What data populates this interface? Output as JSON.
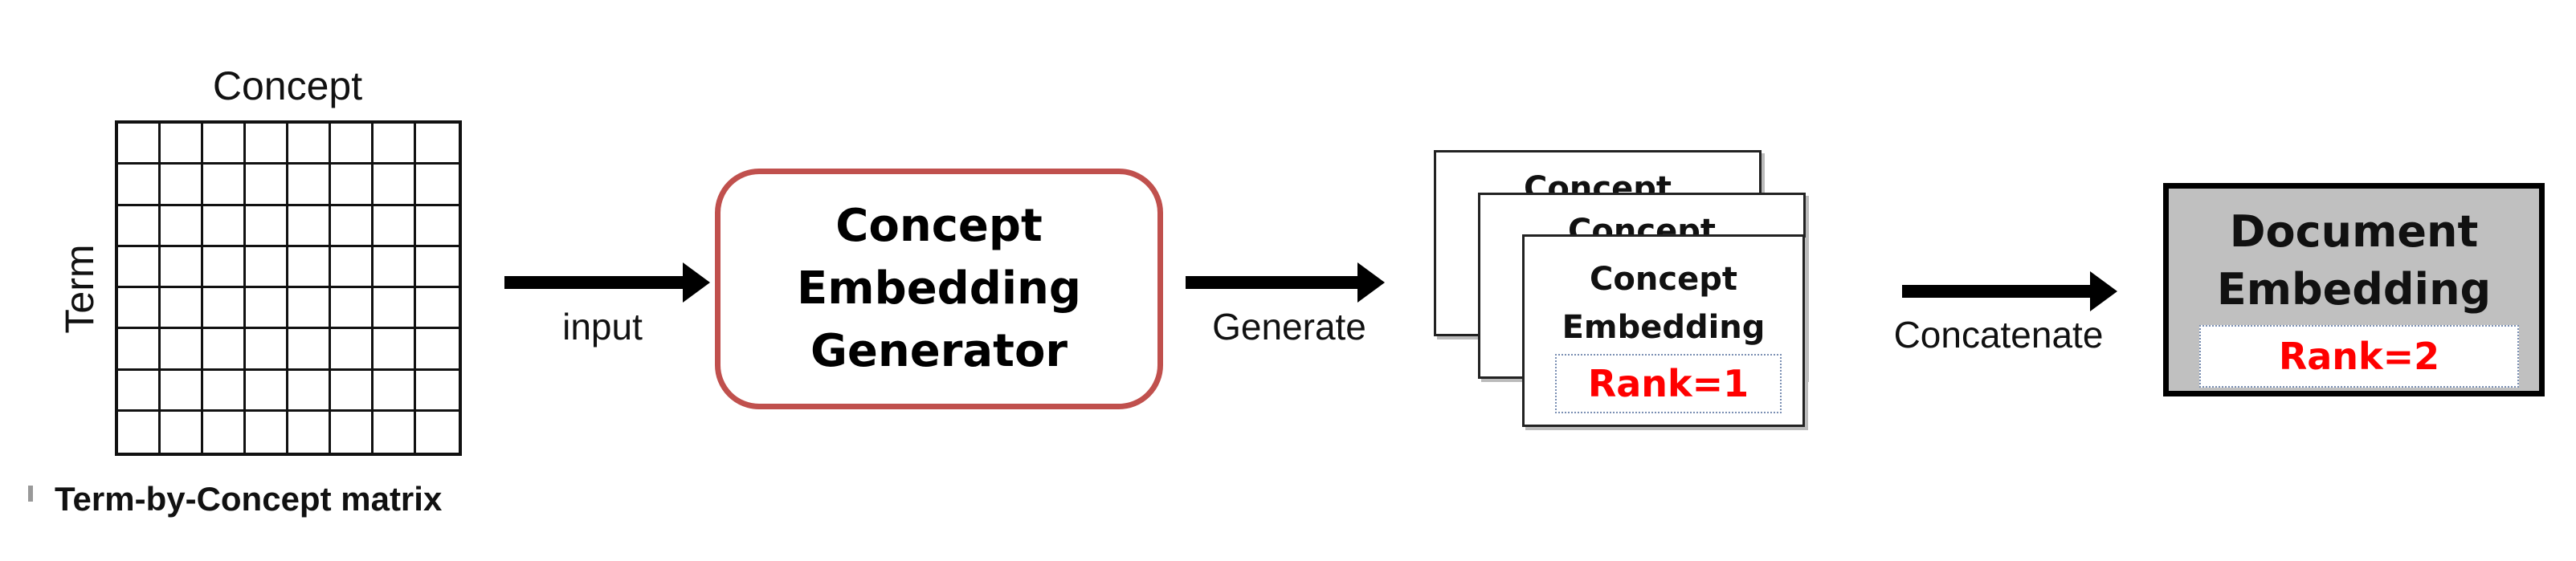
{
  "matrix": {
    "column_label": "Concept",
    "row_label": "Term",
    "caption": "Term-by-Concept matrix"
  },
  "flow": {
    "input_label": "input",
    "generate_label": "Generate",
    "concatenate_label": "Concatenate"
  },
  "generator": {
    "line1": "Concept",
    "line2": "Embedding",
    "line3": "Generator"
  },
  "concept_embedding": {
    "back_card_title": "Concept",
    "middle_card_title": "Concept",
    "title_line1": "Concept",
    "title_line2": "Embedding",
    "rank_label": "Rank=1"
  },
  "document_embedding": {
    "title_line1": "Document",
    "title_line2": "Embedding",
    "rank_label": "Rank=2"
  },
  "colors": {
    "generator_border": "#c0504d",
    "rank_text": "#ff0000",
    "document_fill": "#c0c0c0"
  }
}
